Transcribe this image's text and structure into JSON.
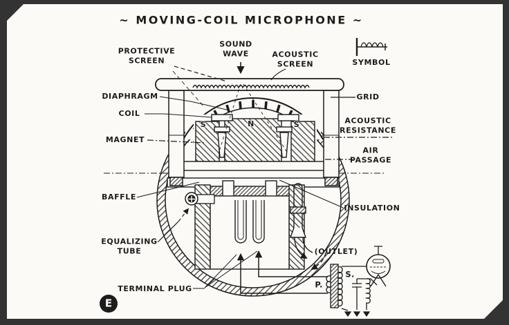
{
  "title": "~ MOVING-COIL MICROPHONE ~",
  "badge": "E",
  "colors": {
    "frame": "#333333",
    "paper": "#fbfaf7",
    "ink": "#1c1c1c"
  },
  "symbol": {
    "label": "SYMBOL"
  },
  "labels": {
    "sound_wave": "SOUND\nWAVE",
    "protective_screen": "PROTECTIVE\nSCREEN",
    "acoustic_screen": "ACOUSTIC\nSCREEN",
    "diaphragm": "DIAPHRAGM",
    "grid": "GRID",
    "coil": "COIL",
    "acoustic_resistance": "ACOUSTIC\nRESISTANCE",
    "magnet": "MAGNET",
    "air_passage": "AIR\nPASSAGE",
    "baffle": "BAFFLE",
    "insulation": "INSULATION",
    "equalizing_tube": "EQUALIZING\nTUBE",
    "outlet": "(OUTLET)",
    "terminal_plug": "TERMINAL PLUG",
    "primary": "P.",
    "secondary": "S."
  },
  "magnet_poles": {
    "left": "S",
    "center": "N",
    "right": "S"
  }
}
